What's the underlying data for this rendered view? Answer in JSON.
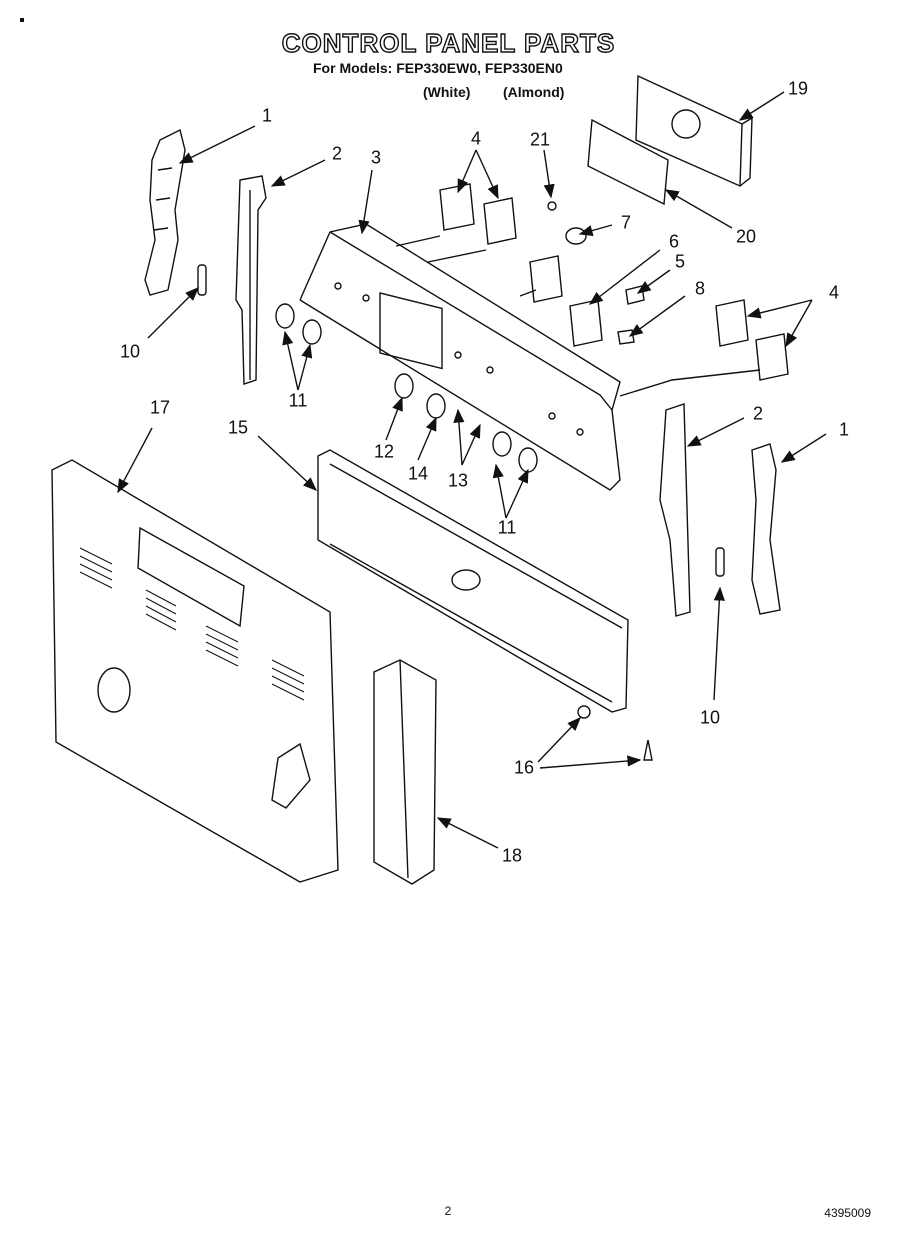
{
  "header": {
    "title": "CONTROL PANEL PARTS",
    "subtitle": "For Models: FEP330EW0, FEP330EN0",
    "variants": [
      "(White)",
      "(Almond)"
    ]
  },
  "callouts": [
    "1",
    "2",
    "3",
    "4",
    "21",
    "7",
    "6",
    "5",
    "8",
    "4",
    "19",
    "20",
    "10",
    "11",
    "12",
    "14",
    "13",
    "11",
    "2",
    "1",
    "17",
    "15",
    "10",
    "16",
    "18"
  ],
  "footer": {
    "page_number": "2",
    "doc_number": "4395009"
  }
}
